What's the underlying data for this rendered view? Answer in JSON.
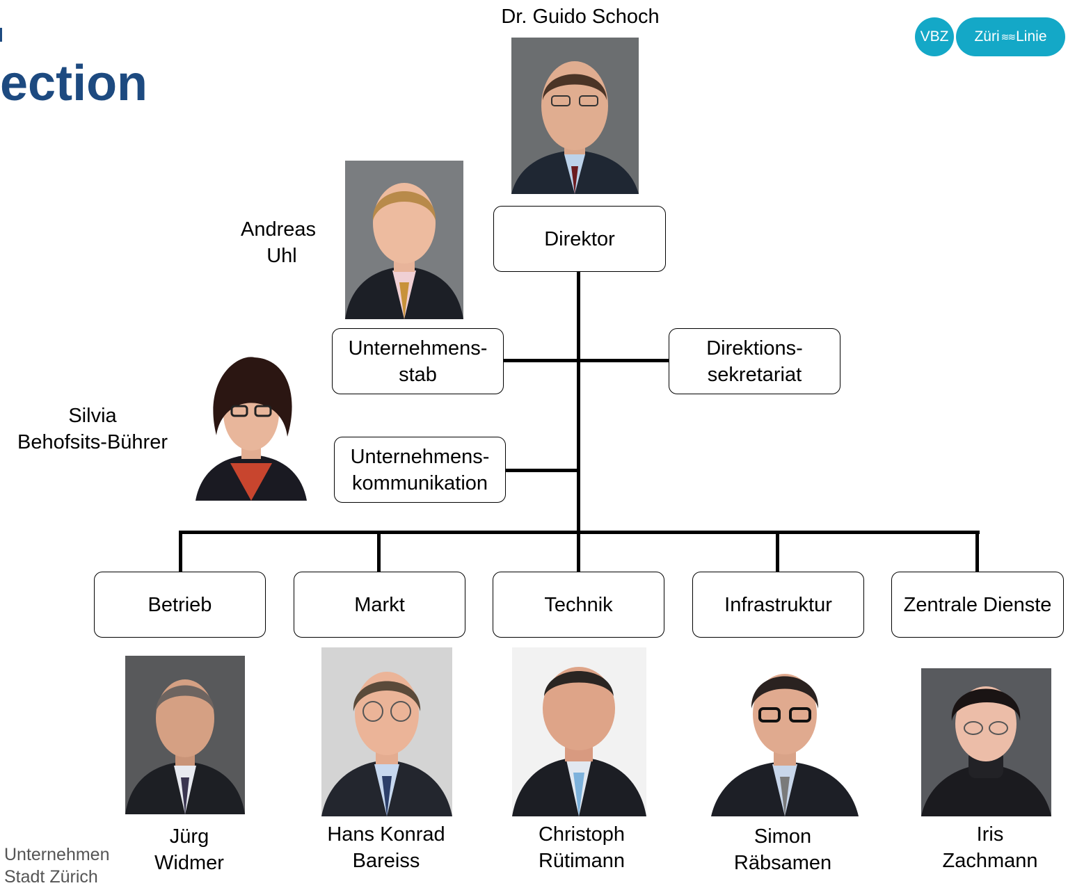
{
  "header": {
    "title": "ection",
    "logo": {
      "left": "VBZ",
      "right_a": "Züri",
      "right_b": "Linie"
    }
  },
  "chart": {
    "director": {
      "name": "Dr. Guido Schoch",
      "role": "Direktor"
    },
    "staff": [
      {
        "name_line1": "Andreas",
        "name_line2": "Uhl",
        "role_line1": "Unternehmens-",
        "role_line2": "stab"
      },
      {
        "role_line1": "Direktions-",
        "role_line2": "sekretariat"
      },
      {
        "name_line1": "Silvia",
        "name_line2": "Behofsits-Bührer",
        "role_line1": "Unternehmens-",
        "role_line2": "kommunikation"
      }
    ],
    "divisions": [
      {
        "role": "Betrieb",
        "name_line1": "Jürg",
        "name_line2": "Widmer"
      },
      {
        "role": "Markt",
        "name_line1": "Hans Konrad",
        "name_line2": "Bareiss"
      },
      {
        "role": "Technik",
        "name_line1": "Christoph",
        "name_line2": "Rütimann"
      },
      {
        "role": "Infrastruktur",
        "name_line1": "Simon",
        "name_line2": "Räbsamen"
      },
      {
        "role": "Zentrale Dienste",
        "name_line1": "Iris",
        "name_line2": "Zachmann"
      }
    ]
  },
  "footer": {
    "line1": "Unternehmen",
    "line2": "Stadt Zürich"
  },
  "colors": {
    "title": "#1d4a80",
    "logo": "#14a8c7",
    "line": "#000000"
  },
  "icons": {
    "photo": "person-photo-icon"
  }
}
